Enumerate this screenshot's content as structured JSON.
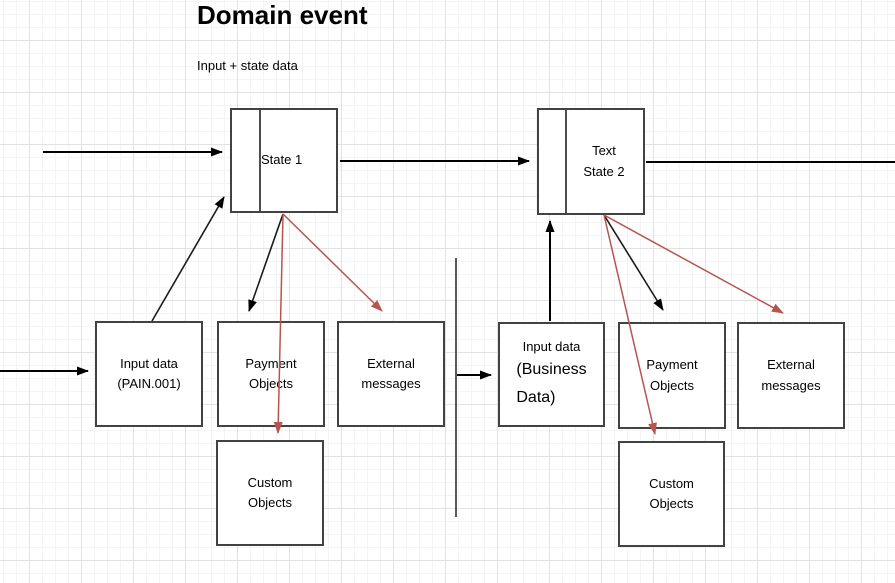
{
  "title": "Domain event",
  "subtitle": "Input + state data",
  "colors": {
    "background": "#ffffff",
    "grid_minor": "#f4f4f4",
    "grid_major": "#e2e2e2",
    "box_border": "#424242",
    "connector_black": "#000000",
    "connector_red": "#b85450",
    "text": "#000000"
  },
  "nodes": {
    "state1": {
      "label": "State 1"
    },
    "state2": {
      "label": "Text\nState 2"
    },
    "left_input": {
      "label": "Input data\n(PAIN.001)"
    },
    "left_payment": {
      "label": "Payment\nObjects"
    },
    "left_external": {
      "label": "External\nmessages"
    },
    "left_custom": {
      "label": "Custom\nObjects"
    },
    "right_input": {
      "label_small": "Input data",
      "label_large": "(Business\nData)"
    },
    "right_payment": {
      "label": "Payment\nObjects"
    },
    "right_external": {
      "label": "External\nmessages"
    },
    "right_custom": {
      "label": "Custom\nObjects"
    }
  }
}
